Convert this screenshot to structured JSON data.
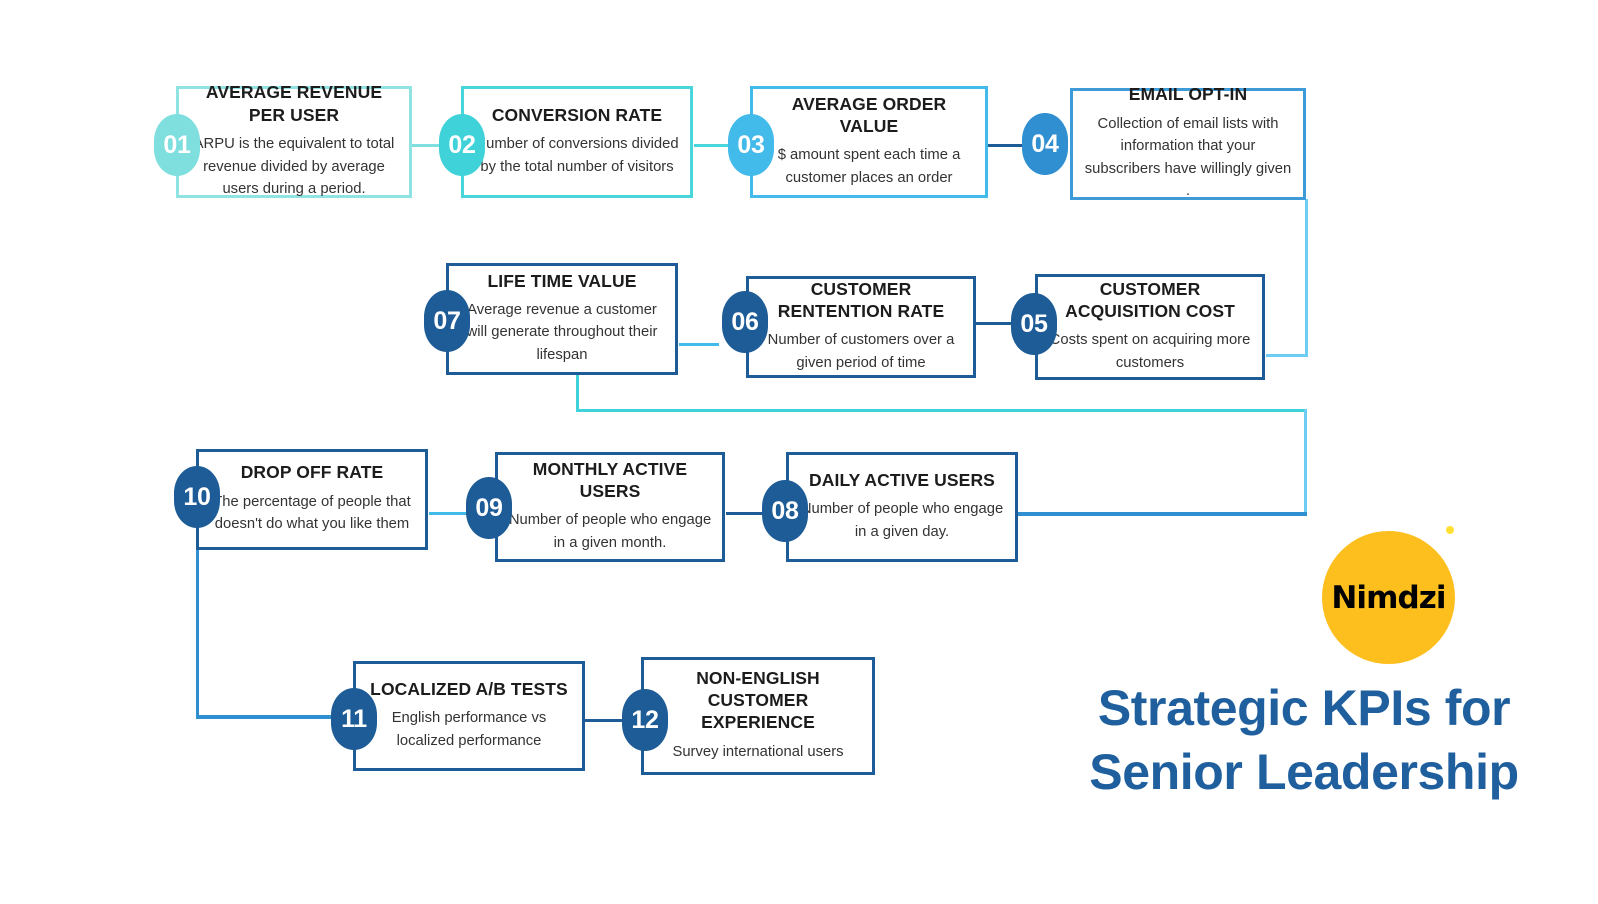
{
  "headline": {
    "line1": "Strategic KPIs for",
    "line2": "Senior Leadership"
  },
  "logo": {
    "wordmark": "Nimdzi",
    "circle_color": "#fdbf1e",
    "text_color": "#000000",
    "dot_color": "#ffe033"
  },
  "palette": {
    "teal_light": "#7fdede",
    "teal": "#3fd2d8",
    "cyan": "#42baea",
    "blue": "#2f8fd0",
    "navy": "#1d5c96",
    "title_text": "#1c1c1c",
    "body_text": "#333333",
    "headline_blue": "#1f5f9e"
  },
  "kpis": [
    {
      "number": "01",
      "title": "AVERAGE REVENUE PER USER",
      "description": "ARPU is the equivalent to total revenue divided by average users during a period.",
      "badge_color": "#7fdede",
      "border_color": "#8fe3e3"
    },
    {
      "number": "02",
      "title": "CONVERSION RATE",
      "description": "Number of conversions divided by the total number of visitors",
      "badge_color": "#3fd2d8",
      "border_color": "#49d6da"
    },
    {
      "number": "03",
      "title": "AVERAGE ORDER VALUE",
      "description": "$ amount spent each time a customer places an order",
      "badge_color": "#42baea",
      "border_color": "#42baea"
    },
    {
      "number": "04",
      "title": "EMAIL OPT-IN",
      "description": "Collection of email lists with information that your subscribers have willingly given .",
      "badge_color": "#2f8fd0",
      "border_color": "#3f9bd8"
    },
    {
      "number": "05",
      "title": "CUSTOMER ACQUISITION COST",
      "description": "Costs spent on acquiring more customers",
      "badge_color": "#1d5c96",
      "border_color": "#1d5c96"
    },
    {
      "number": "06",
      "title": "CUSTOMER RENTENTION RATE",
      "description": "Number of customers  over a given period of time",
      "badge_color": "#1d5c96",
      "border_color": "#1d5c96"
    },
    {
      "number": "07",
      "title": "LIFE TIME VALUE",
      "description": "Average revenue  a customer will generate throughout their lifespan",
      "badge_color": "#1d5c96",
      "border_color": "#1d5c96"
    },
    {
      "number": "08",
      "title": "DAILY ACTIVE USERS",
      "description": "Number of people who engage in a given day.",
      "badge_color": "#1d5c96",
      "border_color": "#1d5c96"
    },
    {
      "number": "09",
      "title": "MONTHLY ACTIVE USERS",
      "description": "Number of people who engage in a given month.",
      "badge_color": "#1d5c96",
      "border_color": "#1d5c96"
    },
    {
      "number": "10",
      "title": "DROP OFF RATE",
      "description": "The percentage of people that doesn't do what you like them",
      "badge_color": "#1d5c96",
      "border_color": "#1d5c96"
    },
    {
      "number": "11",
      "title": "LOCALIZED A/B TESTS",
      "description": "English performance vs localized performance",
      "badge_color": "#1d5c96",
      "border_color": "#1d5c96"
    },
    {
      "number": "12",
      "title": "NON-ENGLISH CUSTOMER EXPERIENCE",
      "description": "Survey international users",
      "badge_color": "#1d5c96",
      "border_color": "#1d5c96"
    }
  ]
}
